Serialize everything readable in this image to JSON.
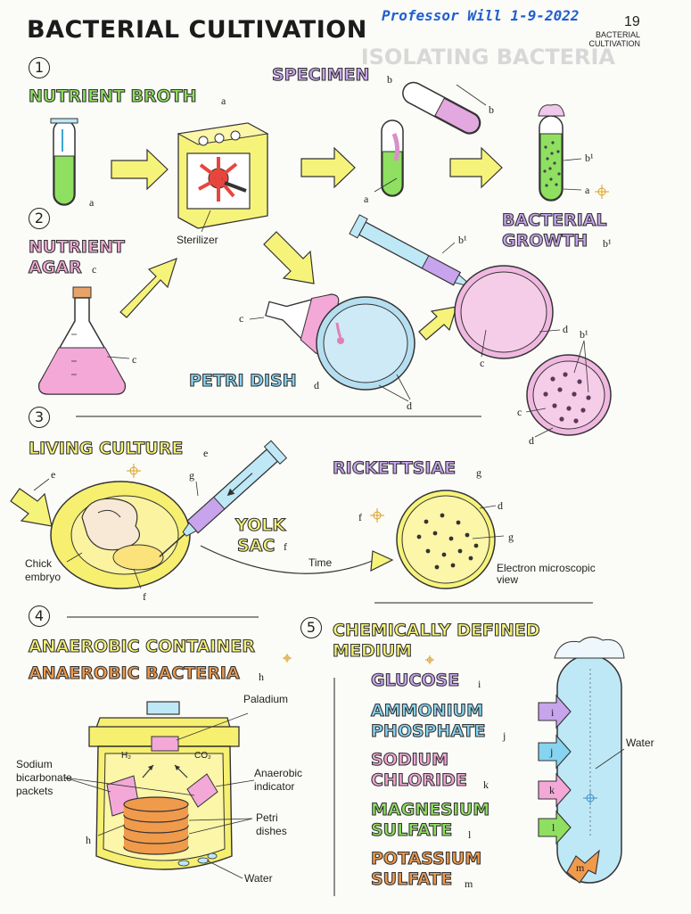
{
  "header": {
    "title": "BACTERIAL CULTIVATION",
    "author": "Professor Will 1-9-2022",
    "page_number": "19",
    "page_subtitle": [
      "BACTERIAL",
      "CULTIVATION"
    ]
  },
  "section_numbers": [
    "1",
    "2",
    "3",
    "4",
    "5"
  ],
  "section1": {
    "nutrient_broth": "NUTRIENT BROTH",
    "nutrient_broth_letter": "a",
    "specimen": "SPECIMEN",
    "specimen_letter": "b",
    "sterilizer": "Sterilizer",
    "bacterial_growth": [
      "BACTERIAL",
      "GROWTH"
    ],
    "bacterial_growth_letter": "b¹",
    "tube_letters": [
      "a",
      "b",
      "a",
      "b¹",
      "a"
    ]
  },
  "section2": {
    "nutrient_agar": [
      "NUTRIENT",
      "AGAR"
    ],
    "nutrient_agar_letter": "c",
    "petri_dish": "PETRI DISH",
    "petri_dish_letter": "d",
    "letters": [
      "c",
      "c",
      "b¹",
      "d",
      "c",
      "b¹",
      "c",
      "d",
      "d"
    ]
  },
  "section3": {
    "living_culture": "LIVING CULTURE",
    "living_culture_letter": "e",
    "rickettsiae": "RICKETTSIAE",
    "rickettsiae_letter": "g",
    "yolk_sac": [
      "YOLK",
      "SAC"
    ],
    "yolk_sac_letter": "f",
    "chick_embryo": [
      "Chick",
      "embryo"
    ],
    "time": "Time",
    "electron_view": [
      "Electron microscopic",
      "view"
    ],
    "letters": [
      "e",
      "g",
      "f",
      "f",
      "d",
      "g"
    ]
  },
  "section4": {
    "anaerobic_container": "ANAEROBIC CONTAINER",
    "anaerobic_bacteria": "ANAEROBIC BACTERIA",
    "anaerobic_bacteria_letter": "h",
    "paladium": "Paladium",
    "sodium_bicarbonate": [
      "Sodium",
      "bicarbonate",
      "packets"
    ],
    "anaerobic_indicator": [
      "Anaerobic",
      "indicator"
    ],
    "petri_dishes": [
      "Petri",
      "dishes"
    ],
    "water": "Water",
    "h2": "H₂",
    "co2": "CO₂",
    "letter_h": "h"
  },
  "section5": {
    "chemically_defined": [
      "CHEMICALLY DEFINED",
      "MEDIUM"
    ],
    "glucose": "GLUCOSE",
    "glucose_letter": "i",
    "ammonium_phosphate": [
      "AMMONIUM",
      "PHOSPHATE"
    ],
    "ammonium_phosphate_letter": "j",
    "sodium_chloride": [
      "SODIUM",
      "CHLORIDE"
    ],
    "sodium_chloride_letter": "k",
    "magnesium_sulfate": [
      "MAGNESIUM",
      "SULFATE"
    ],
    "magnesium_sulfate_letter": "l",
    "potassium_sulfate": [
      "POTASSIUM",
      "SULFATE"
    ],
    "potassium_sulfate_letter": "m",
    "water": "Water",
    "arrow_letters": [
      "i",
      "j",
      "k",
      "l",
      "m"
    ]
  },
  "colors": {
    "green": "#8fe060",
    "pink": "#f4a8d8",
    "purple": "#c8a4ec",
    "blue": "#86d4f0",
    "yellow": "#f6f37a",
    "orange": "#f09a4c",
    "author_blue": "#1f5fd0"
  }
}
